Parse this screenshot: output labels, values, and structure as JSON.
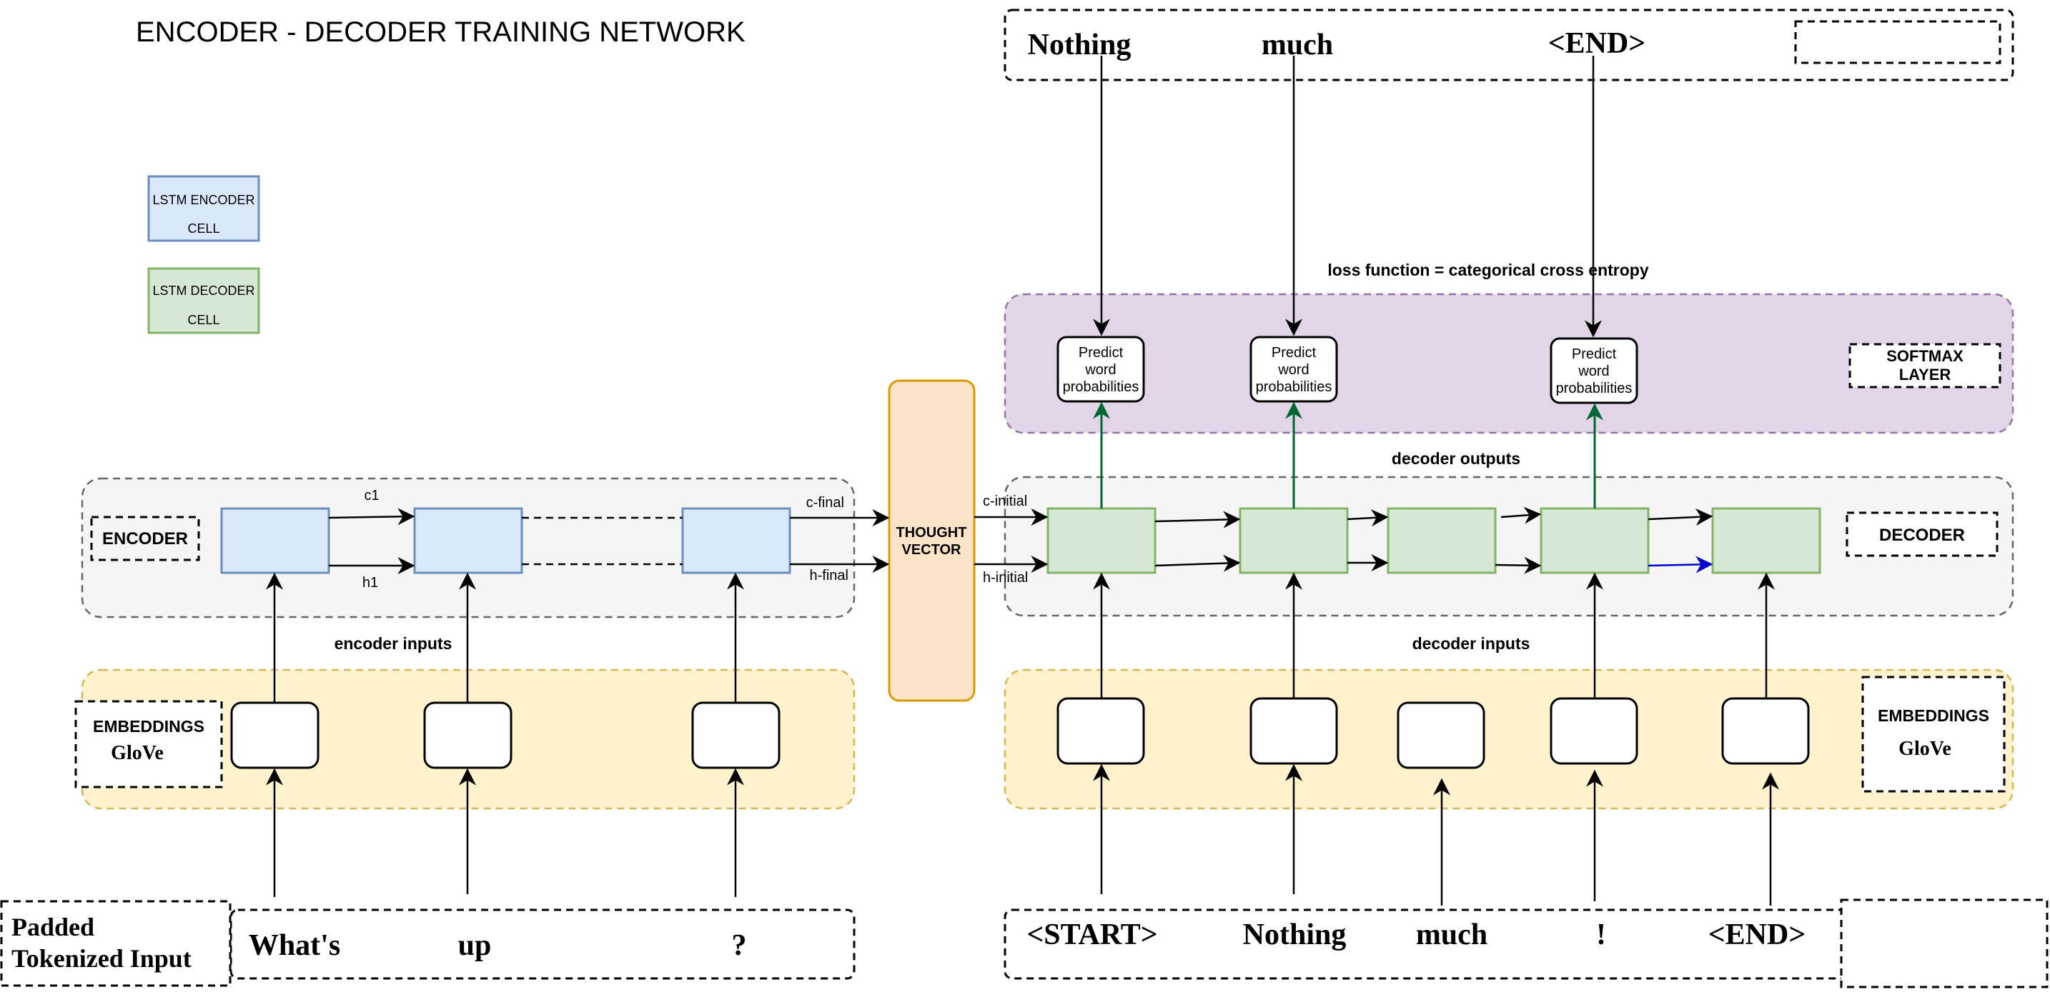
{
  "title": "ENCODER - DECODER TRAINING NETWORK",
  "legend": {
    "encoder_cell": [
      "LSTM ENCODER",
      "CELL"
    ],
    "decoder_cell": [
      "LSTM DECODER",
      "CELL"
    ]
  },
  "encoder": {
    "label": "ENCODER",
    "inputs_label": "encoder inputs",
    "c1": "c1",
    "h1": "h1",
    "c_final": "c-final",
    "h_final": "h-final"
  },
  "thought_vector": [
    "THOUGHT",
    "VECTOR"
  ],
  "decoder": {
    "label": "DECODER",
    "c_initial": "c-initial",
    "h_initial": "h-initial",
    "outputs_label": "decoder outputs",
    "inputs_label": "decoder inputs"
  },
  "softmax": {
    "label": [
      "SOFTMAX",
      "LAYER"
    ],
    "loss": "loss function = categorical cross entropy",
    "predict_box": [
      "Predict",
      "word",
      "probabilities"
    ]
  },
  "embeddings": {
    "left": [
      "EMBEDDINGS",
      "GloVe"
    ],
    "right": [
      "EMBEDDINGS",
      "GloVe"
    ]
  },
  "padded_label": [
    "Padded",
    "Tokenized Input"
  ],
  "encoder_tokens": [
    "What's",
    "up",
    "?"
  ],
  "decoder_tokens": [
    "<START>",
    "Nothing",
    "much",
    "!",
    "<END>"
  ],
  "output_tokens": [
    "Nothing",
    "much",
    "<END>"
  ],
  "colors": {
    "encoder_cell_fill": "#dae8fc",
    "encoder_cell_stroke": "#6c8ebf",
    "decoder_cell_fill": "#d5e8d4",
    "decoder_cell_stroke": "#82b366",
    "thought_fill": "#fce3c8",
    "thought_stroke": "#d79b00",
    "embedding_fill": "#fff2cc",
    "embedding_stroke": "#d6b656",
    "softmax_fill": "#e1d5e7",
    "softmax_stroke": "#9673a6",
    "region_fill": "#f5f5f5",
    "region_stroke": "#666666",
    "green_arrow": "#006633",
    "blue_arrow": "#0000cc"
  }
}
